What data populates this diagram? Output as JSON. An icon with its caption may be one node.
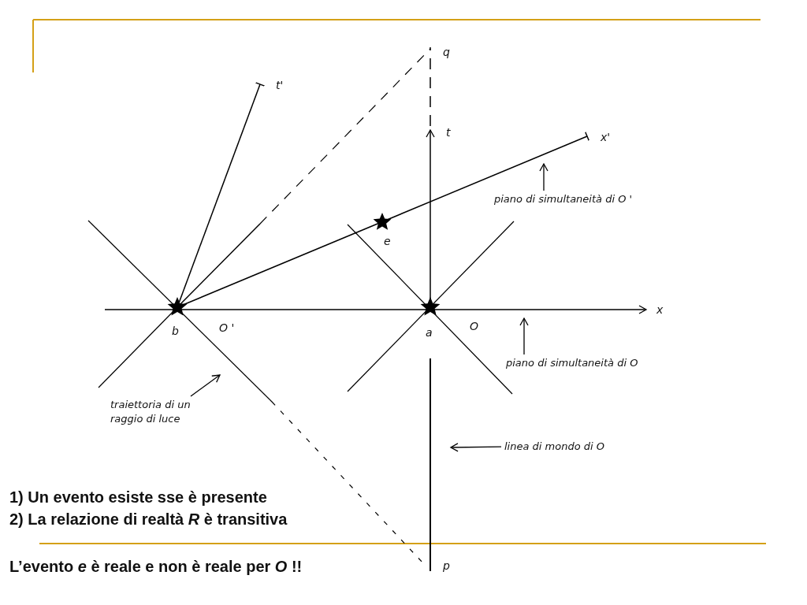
{
  "diagram": {
    "nodes": [
      {
        "text": [
          "piano di simultaneità di O '"
        ]
      },
      {
        "text": [
          "piano di simultaneità di O"
        ]
      },
      {
        "text": [
          "traiettoria di un raggio di luce"
        ]
      },
      {
        "text": [
          "linea di mondo di O"
        ]
      }
    ],
    "edges": [
      {
        "from": 0,
        "to": null,
        "arrow": "to"
      },
      {
        "from": 1,
        "to": null,
        "arrow": "to"
      },
      {
        "from": 2,
        "to": null,
        "arrow": "to"
      },
      {
        "from": 3,
        "to": null,
        "arrow": "to"
      }
    ],
    "labels": [
      "q",
      "t'",
      "t",
      "x'",
      "e",
      "x",
      "b",
      "O '",
      "a",
      "O",
      "1) Un evento esiste sse è presente",
      "2) La relazione di realtà *R* è transitiva",
      "p",
      "L’evento *e* è reale e non è reale per *O* !!"
    ]
  }
}
